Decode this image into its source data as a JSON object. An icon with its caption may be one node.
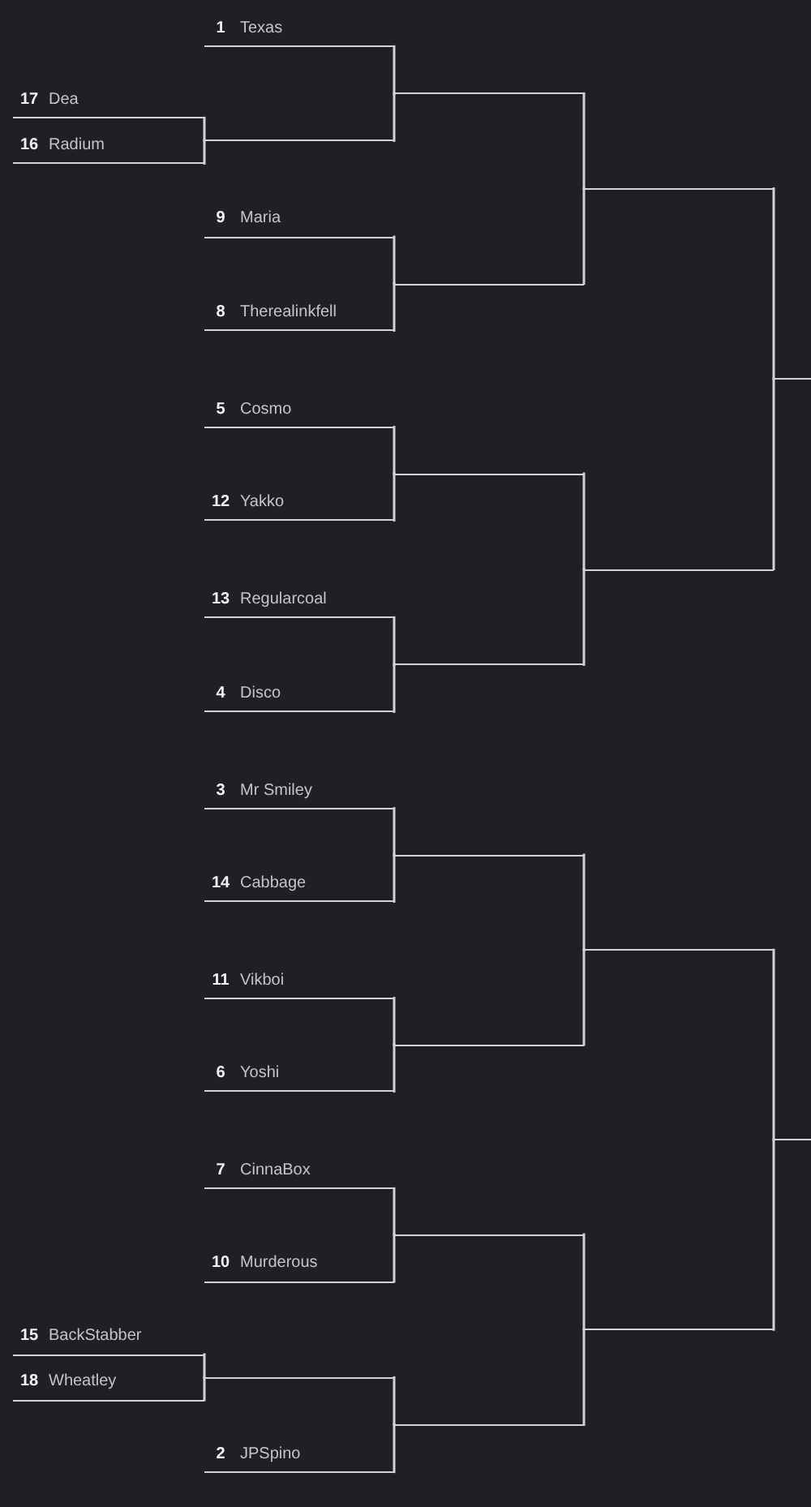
{
  "diagram": {
    "nodes": [
      {
        "text": [
          "1",
          "Texas"
        ]
      },
      {
        "text": [
          "17",
          "Dea"
        ]
      },
      {
        "text": [
          "16",
          "Radium"
        ]
      },
      {
        "text": [
          "9",
          "Maria"
        ]
      },
      {
        "text": [
          "8",
          "Therealinkfell"
        ]
      },
      {
        "text": [
          "5",
          "Cosmo"
        ]
      },
      {
        "text": [
          "12",
          "Yakko"
        ]
      },
      {
        "text": [
          "13",
          "Regularcoal"
        ]
      },
      {
        "text": [
          "4",
          "Disco"
        ]
      },
      {
        "text": [
          "3",
          "Mr Smiley"
        ]
      },
      {
        "text": [
          "14",
          "Cabbage"
        ]
      },
      {
        "text": [
          "11",
          "Vikboi"
        ]
      },
      {
        "text": [
          "6",
          "Yoshi"
        ]
      },
      {
        "text": [
          "7",
          "CinnaBox"
        ]
      },
      {
        "text": [
          "10",
          "Murderous"
        ]
      },
      {
        "text": [
          "15",
          "BackStabber"
        ]
      },
      {
        "text": [
          "18",
          "Wheatley"
        ]
      },
      {
        "text": [
          "2",
          "JPSpino"
        ]
      },
      {
        "text": [],
        "shape": "bar"
      },
      {
        "text": [],
        "shape": "bar"
      },
      {
        "text": [],
        "shape": "bar"
      },
      {
        "text": [],
        "shape": "bar"
      },
      {
        "text": [],
        "shape": "bar"
      },
      {
        "text": [],
        "shape": "bar"
      },
      {
        "text": [],
        "shape": "bar"
      },
      {
        "text": [],
        "shape": "bar"
      },
      {
        "text": [],
        "shape": "bar"
      },
      {
        "text": [],
        "shape": "bar"
      },
      {
        "text": [],
        "shape": "bar"
      },
      {
        "text": [],
        "shape": "bar"
      },
      {
        "text": [],
        "shape": "bar"
      },
      {
        "text": [],
        "shape": "bar"
      },
      {
        "text": [],
        "shape": "bar"
      },
      {
        "text": [],
        "shape": "bar"
      }
    ],
    "edges": [
      {
        "from": 1,
        "to": 18,
        "arrow": "none"
      },
      {
        "from": 2,
        "to": 18,
        "arrow": "none"
      },
      {
        "from": 0,
        "to": 20,
        "arrow": "none"
      },
      {
        "from": 18,
        "to": 20,
        "arrow": "none"
      },
      {
        "from": 3,
        "to": 21,
        "arrow": "none"
      },
      {
        "from": 4,
        "to": 21,
        "arrow": "none"
      },
      {
        "from": 5,
        "to": 22,
        "arrow": "none"
      },
      {
        "from": 6,
        "to": 22,
        "arrow": "none"
      },
      {
        "from": 7,
        "to": 23,
        "arrow": "none"
      },
      {
        "from": 8,
        "to": 23,
        "arrow": "none"
      },
      {
        "from": 9,
        "to": 24,
        "arrow": "none"
      },
      {
        "from": 10,
        "to": 24,
        "arrow": "none"
      },
      {
        "from": 11,
        "to": 25,
        "arrow": "none"
      },
      {
        "from": 12,
        "to": 25,
        "arrow": "none"
      },
      {
        "from": 13,
        "to": 26,
        "arrow": "none"
      },
      {
        "from": 14,
        "to": 26,
        "arrow": "none"
      },
      {
        "from": 15,
        "to": 19,
        "arrow": "none"
      },
      {
        "from": 16,
        "to": 19,
        "arrow": "none"
      },
      {
        "from": 19,
        "to": 27,
        "arrow": "none"
      },
      {
        "from": 17,
        "to": 27,
        "arrow": "none"
      },
      {
        "from": 20,
        "to": 28,
        "arrow": "none"
      },
      {
        "from": 21,
        "to": 28,
        "arrow": "none"
      },
      {
        "from": 22,
        "to": 29,
        "arrow": "none"
      },
      {
        "from": 23,
        "to": 29,
        "arrow": "none"
      },
      {
        "from": 24,
        "to": 30,
        "arrow": "none"
      },
      {
        "from": 25,
        "to": 30,
        "arrow": "none"
      },
      {
        "from": 26,
        "to": 31,
        "arrow": "none"
      },
      {
        "from": 27,
        "to": 31,
        "arrow": "none"
      },
      {
        "from": 28,
        "to": 32,
        "arrow": "none"
      },
      {
        "from": 29,
        "to": 32,
        "arrow": "none"
      },
      {
        "from": 30,
        "to": 33,
        "arrow": "none"
      },
      {
        "from": 31,
        "to": 33,
        "arrow": "none"
      }
    ]
  }
}
